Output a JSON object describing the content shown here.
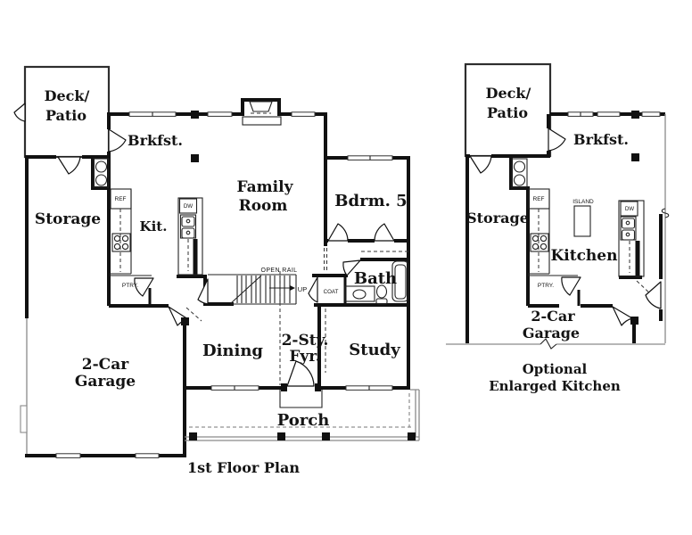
{
  "image_title": "House floor plan drawing",
  "colors": {
    "ink": "#111111",
    "thin_line": "#222222",
    "light_line": "#8a8a8a",
    "background": "#ffffff"
  },
  "main_plan": {
    "caption": "1st Floor Plan",
    "labels": {
      "deck1": "Deck/",
      "deck2": "Patio",
      "brkfst": "Brkfst.",
      "storage": "Storage",
      "kit": "Kit.",
      "family1": "Family",
      "family2": "Room",
      "bdrm5": "Bdrm. 5",
      "bath": "Bath",
      "coat": "COAT",
      "ptry": "PTRY.",
      "ref": "REF",
      "dw": "DW",
      "open_rail": "OPEN RAIL",
      "up": "UP",
      "garage1": "2-Car",
      "garage2": "Garage",
      "dining": "Dining",
      "foyer1": "2-Sty.",
      "foyer2": "Fyr.",
      "study": "Study",
      "porch": "Porch"
    }
  },
  "optional_plan": {
    "caption1": "Optional",
    "caption2": "Enlarged Kitchen",
    "labels": {
      "deck1": "Deck/",
      "deck2": "Patio",
      "brkfst": "Brkfst.",
      "storage": "Storage",
      "kitchen": "Kitchen",
      "island": "ISLAND",
      "ref": "REF",
      "dw": "DW",
      "ptry": "PTRY.",
      "garage1": "2-Car",
      "garage2": "Garage"
    }
  }
}
